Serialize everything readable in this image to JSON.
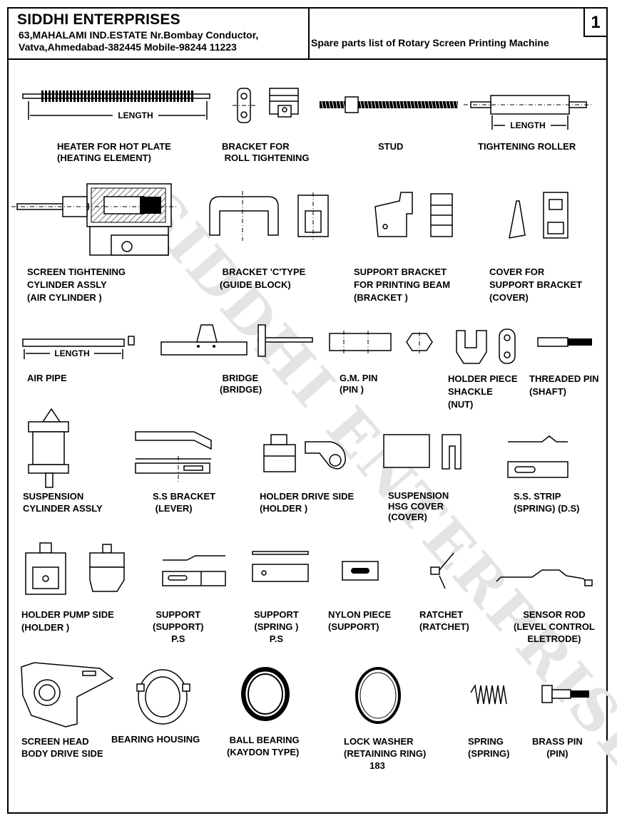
{
  "header": {
    "company": "SIDDHI ENTERPRISES",
    "address_line1": "63,MAHALAMI IND.ESTATE  Nr.Bombay Conductor,",
    "address_line2": "Vatva,Ahmedabad-382445  Mobile-98244 11223",
    "page_number": "1",
    "title": "Spare parts list of  Rotary  Screen Printing Machine"
  },
  "watermark": "SIDDHI ENTERPRISES",
  "dimension_label": "LENGTH",
  "parts": [
    {
      "name": "HEATER FOR HOT PLATE",
      "sub": "(HEATING ELEMENT)"
    },
    {
      "name": "BRACKET FOR",
      "sub": "ROLL TIGHTENING"
    },
    {
      "name": "STUD"
    },
    {
      "name": "TIGHTENING ROLLER"
    },
    {
      "name": "SCREEN TIGHTENING",
      "sub": "CYLINDER ASSLY",
      "sub2": "(AIR CYLINDER )"
    },
    {
      "name": "BRACKET 'C'TYPE",
      "sub": "(GUIDE BLOCK)"
    },
    {
      "name": "SUPPORT BRACKET",
      "sub": "FOR PRINTING BEAM",
      "sub2": "(BRACKET )"
    },
    {
      "name": "COVER FOR",
      "sub": "SUPPORT BRACKET",
      "sub2": "(COVER)"
    },
    {
      "name": "AIR PIPE"
    },
    {
      "name": "BRIDGE",
      "sub": "(BRIDGE)"
    },
    {
      "name": "G.M. PIN",
      "sub": "(PIN )"
    },
    {
      "name": "HOLDER PIECE",
      "sub": "SHACKLE",
      "sub2": "(NUT)"
    },
    {
      "name": "THREADED PIN",
      "sub": "(SHAFT)"
    },
    {
      "name": "SUSPENSION",
      "sub": "CYLINDER ASSLY"
    },
    {
      "name": "S.S BRACKET",
      "sub": "(LEVER)"
    },
    {
      "name": "HOLDER DRIVE SIDE",
      "sub": "(HOLDER )"
    },
    {
      "name": "SUSPENSION",
      "sub": "HSG COVER",
      "sub2": "(COVER)"
    },
    {
      "name": "S.S. STRIP",
      "sub": "(SPRING) (D.S)"
    },
    {
      "name": "HOLDER PUMP SIDE",
      "sub": "(HOLDER )"
    },
    {
      "name": "SUPPORT",
      "sub": "(SUPPORT)",
      "sub2": "P.S"
    },
    {
      "name": "SUPPORT",
      "sub": "(SPRING )",
      "sub2": "P.S"
    },
    {
      "name": "NYLON PIECE",
      "sub": "(SUPPORT)"
    },
    {
      "name": "RATCHET",
      "sub": "(RATCHET)"
    },
    {
      "name": "SENSOR ROD",
      "sub": "(LEVEL CONTROL",
      "sub2": "ELETRODE)"
    },
    {
      "name": "SCREEN HEAD",
      "sub": "BODY DRIVE SIDE"
    },
    {
      "name": "BEARING HOUSING"
    },
    {
      "name": "BALL BEARING",
      "sub": "(KAYDON TYPE)"
    },
    {
      "name": "LOCK WASHER",
      "sub": "(RETAINING RING)",
      "sub2": "183"
    },
    {
      "name": "SPRING",
      "sub": "(SPRING)"
    },
    {
      "name": "BRASS PIN",
      "sub": "(PIN)"
    }
  ]
}
